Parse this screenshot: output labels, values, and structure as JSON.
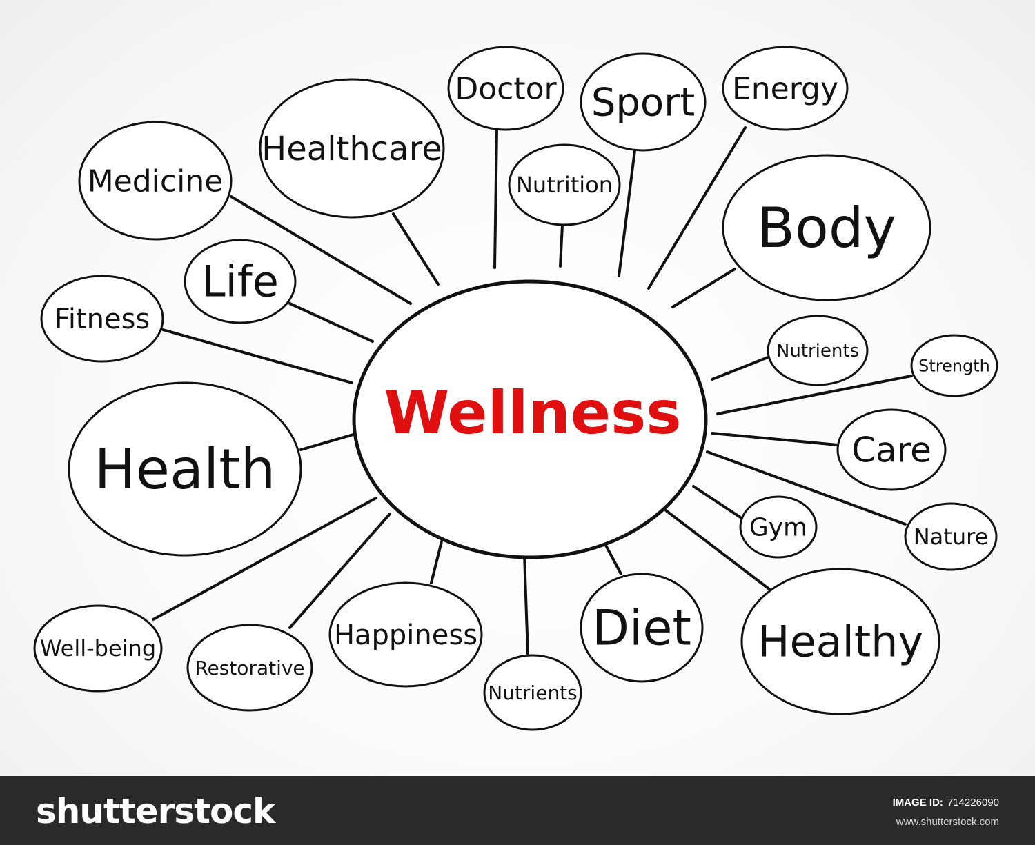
{
  "center": {
    "label": "Wellness",
    "color": "#e01010"
  },
  "nodes": [
    {
      "id": "medicine",
      "label": "Medicine"
    },
    {
      "id": "healthcare",
      "label": "Healthcare"
    },
    {
      "id": "doctor",
      "label": "Doctor"
    },
    {
      "id": "sport",
      "label": "Sport"
    },
    {
      "id": "energy",
      "label": "Energy"
    },
    {
      "id": "nutrition",
      "label": "Nutrition"
    },
    {
      "id": "body",
      "label": "Body"
    },
    {
      "id": "life",
      "label": "Life"
    },
    {
      "id": "fitness",
      "label": "Fitness"
    },
    {
      "id": "health",
      "label": "Health"
    },
    {
      "id": "nutrients-right",
      "label": "Nutrients"
    },
    {
      "id": "strength",
      "label": "Strength"
    },
    {
      "id": "care",
      "label": "Care"
    },
    {
      "id": "nature",
      "label": "Nature"
    },
    {
      "id": "gym",
      "label": "Gym"
    },
    {
      "id": "well-being",
      "label": "Well-being"
    },
    {
      "id": "restorative",
      "label": "Restorative"
    },
    {
      "id": "happiness",
      "label": "Happiness"
    },
    {
      "id": "nutrients-bottom",
      "label": "Nutrients"
    },
    {
      "id": "diet",
      "label": "Diet"
    },
    {
      "id": "healthy",
      "label": "Healthy"
    }
  ],
  "footer": {
    "brand": "shutterstock",
    "image_id_label": "IMAGE ID:",
    "image_id": "714226090",
    "site": "www.shutterstock.com"
  }
}
